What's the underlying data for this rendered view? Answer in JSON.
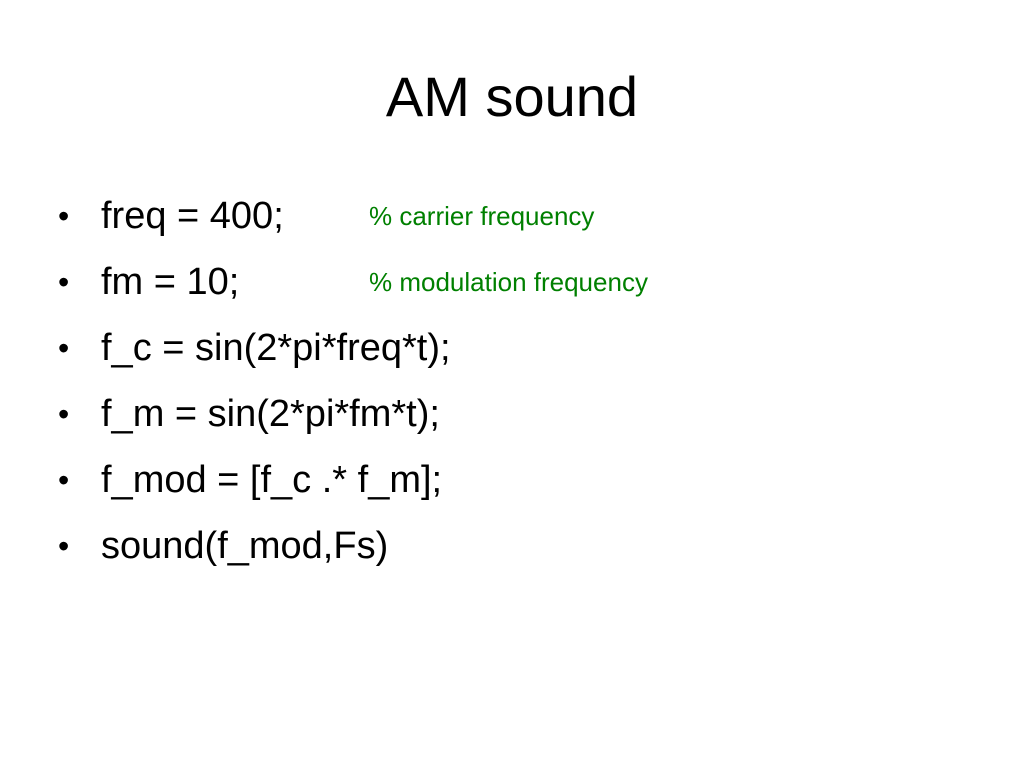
{
  "slide": {
    "title": "AM sound",
    "bullets": [
      {
        "code": "freq = 400;",
        "comment": "% carrier frequency"
      },
      {
        "code": "fm = 10;",
        "comment": "% modulation frequency"
      },
      {
        "code": "f_c = sin(2*pi*freq*t);",
        "comment": ""
      },
      {
        "code": "f_m = sin(2*pi*fm*t);",
        "comment": ""
      },
      {
        "code": "f_mod = [f_c .* f_m];",
        "comment": ""
      },
      {
        "code": "sound(f_mod,Fs)",
        "comment": ""
      }
    ],
    "bullet_glyph": "•",
    "colors": {
      "text": "#000000",
      "comment": "#008000",
      "background": "#ffffff"
    }
  }
}
